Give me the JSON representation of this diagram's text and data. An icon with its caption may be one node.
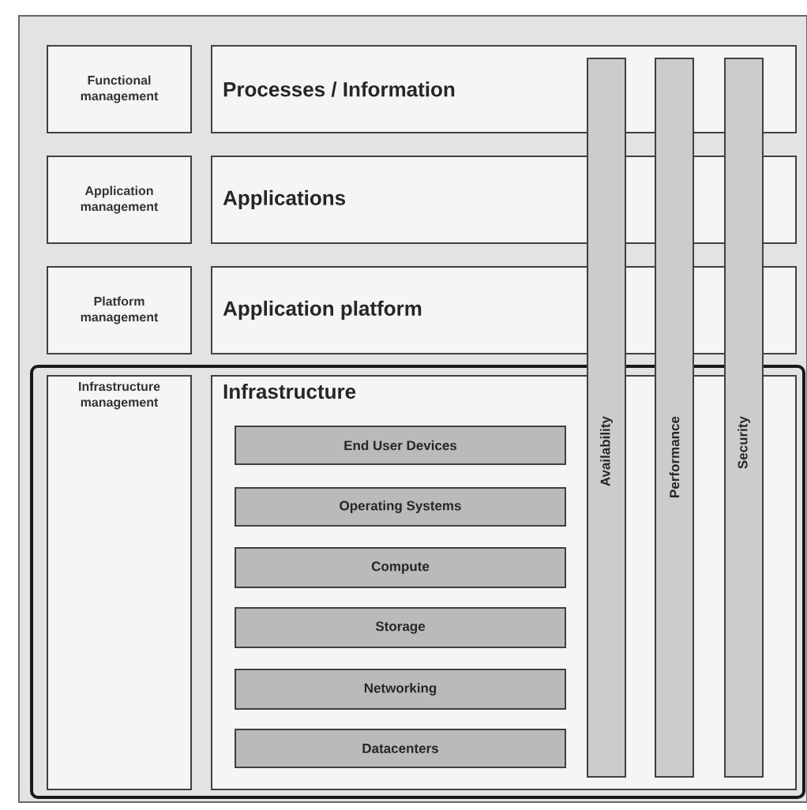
{
  "diagram": {
    "nodes": [
      {
        "text": [
          "Functional management"
        ]
      },
      {
        "text": [
          "Processes / Information"
        ]
      },
      {
        "text": [
          "Application management"
        ]
      },
      {
        "text": [
          "Applications"
        ]
      },
      {
        "text": [
          "Platform management"
        ]
      },
      {
        "text": [
          "Application platform"
        ]
      },
      {
        "text": [],
        "shape": "box"
      },
      {
        "text": [
          "Infrastructure management"
        ],
        "in": 6
      },
      {
        "text": [
          "Infrastructure"
        ],
        "in": 6
      },
      {
        "text": [
          "End User Devices"
        ],
        "in": 8
      },
      {
        "text": [
          "Operating Systems"
        ],
        "in": 8
      },
      {
        "text": [
          "Compute"
        ],
        "in": 8
      },
      {
        "text": [
          "Storage"
        ],
        "in": 8
      },
      {
        "text": [
          "Networking"
        ],
        "in": 8
      },
      {
        "text": [
          "Datacenters"
        ],
        "in": 8
      },
      {
        "text": [
          "Availability"
        ]
      },
      {
        "text": [
          "Performance"
        ]
      },
      {
        "text": [
          "Security"
        ]
      }
    ]
  }
}
